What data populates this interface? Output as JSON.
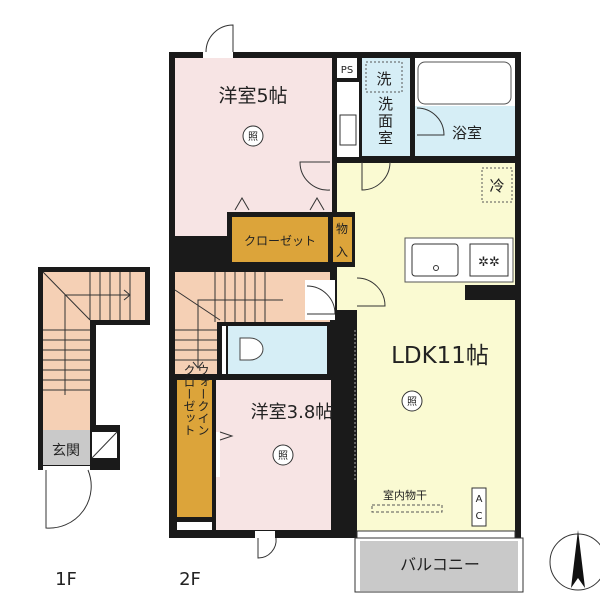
{
  "floors": {
    "first": "1F",
    "second": "2F"
  },
  "rooms": {
    "western_room_1": "洋室5帖",
    "western_room_2": "洋室3.8帖",
    "ldk": "LDK11帖",
    "bathroom": "浴室",
    "washroom": "洗面室",
    "closet": "クローゼット",
    "storage": "物入",
    "walk_in_closet_line1": "ウォークイン",
    "walk_in_closet_line2": "クローゼット",
    "entrance": "玄関",
    "balcony": "バルコニー",
    "pipe_space": "PS"
  },
  "fixtures": {
    "washing_machine": "洗",
    "refrigerator": "冷",
    "light_mark": "照",
    "indoor_drying": "室内物干",
    "air_conditioner_1": "A",
    "air_conditioner_2": "C"
  },
  "colors": {
    "western_room": "#f7e4e4",
    "ldk": "#fafad2",
    "wet_area": "#d6eef6",
    "closet": "#dca43a",
    "stairs": "#f5d0b5",
    "entrance": "#c9c9c9",
    "balcony": "#c9c9c9"
  }
}
